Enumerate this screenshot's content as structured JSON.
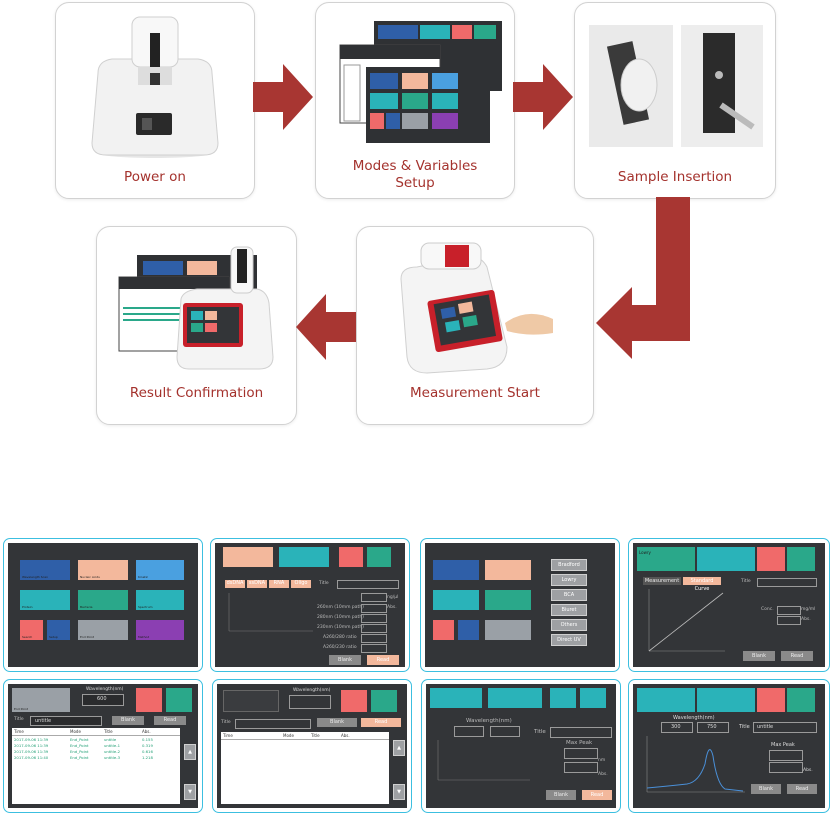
{
  "steps": [
    {
      "label": "Power on"
    },
    {
      "label": "Modes & Variables\nSetup"
    },
    {
      "label": "Sample Insertion"
    },
    {
      "label": "Measurement Start"
    },
    {
      "label": "Result Confirmation"
    }
  ],
  "colors": {
    "label": "#a4322d",
    "arrow": "#a83632",
    "thumb_border": "#3cbfe0",
    "screen": "#333538"
  },
  "screens": {
    "home": {
      "tiles": [
        "Wavelength Scan",
        "Nucleic Acids",
        "Kinetic",
        "Protein",
        "Bacteria",
        "Spectrum",
        "Search",
        "Setup",
        "End Point",
        "Method"
      ]
    },
    "nucleic": {
      "tabs": [
        "dsDNA",
        "ssDNA",
        "RNA",
        "Oligo"
      ],
      "title_label": "Title",
      "unit": "ng/μl",
      "abs": "Abs.",
      "rows": [
        "260nm (10mm path)",
        "280nm (10mm path)",
        "230nm (10mm path)",
        "A260/280 ratio",
        "A260/230 ratio"
      ],
      "blank": "Blank",
      "read": "Read"
    },
    "protein_list": {
      "methods": [
        "Bradford",
        "Lowry",
        "BCA",
        "Biuret",
        "Others",
        "Direct UV"
      ]
    },
    "lowry": {
      "method": "Lowry",
      "tabs": [
        "Measurement",
        "Standard Curve"
      ],
      "title_label": "Title",
      "conc": "Conc.",
      "conc_unit": "mg/ml",
      "abs": "Abs.",
      "blank": "Blank",
      "read": "Read"
    },
    "endpoint": {
      "tile": "End Point",
      "wl_label": "Wavelength(nm)",
      "wl_value": "600",
      "title_label": "Title",
      "title_value": "untitle",
      "blank": "Blank",
      "read": "Read",
      "columns": [
        "Time",
        "Mode",
        "Title",
        "Abs."
      ],
      "rows": [
        [
          "2017-09-06 11:39",
          "End_Point",
          "untitle",
          "0.155"
        ],
        [
          "2017-09-06 11:39",
          "End_Point",
          "untitle-1",
          "0.319"
        ],
        [
          "2017-09-06 11:39",
          "End_Point",
          "untitle-2",
          "0.616"
        ],
        [
          "2017-09-06 11:40",
          "End_Point",
          "untitle-3",
          "1.218"
        ]
      ]
    },
    "endpoint_empty": {
      "wl_label": "Wavelength(nm)",
      "title_label": "Title",
      "blank": "Blank",
      "read": "Read",
      "columns": [
        "Time",
        "Mode",
        "Title",
        "Abs."
      ]
    },
    "spectrum_empty": {
      "wl_label": "Wavelength(nm)",
      "title_label": "Title",
      "max_peak": "Max Peak",
      "nm": "nm",
      "abs": "Abs.",
      "blank": "Blank",
      "read": "Read"
    },
    "spectrum_full": {
      "wl_label": "Wavelength(nm)",
      "from": "300",
      "to": "750",
      "title_label": "Title",
      "title_value": "untitle",
      "max_peak": "Max Peak",
      "abs": "Abs.",
      "blank": "Blank",
      "read": "Read"
    }
  }
}
